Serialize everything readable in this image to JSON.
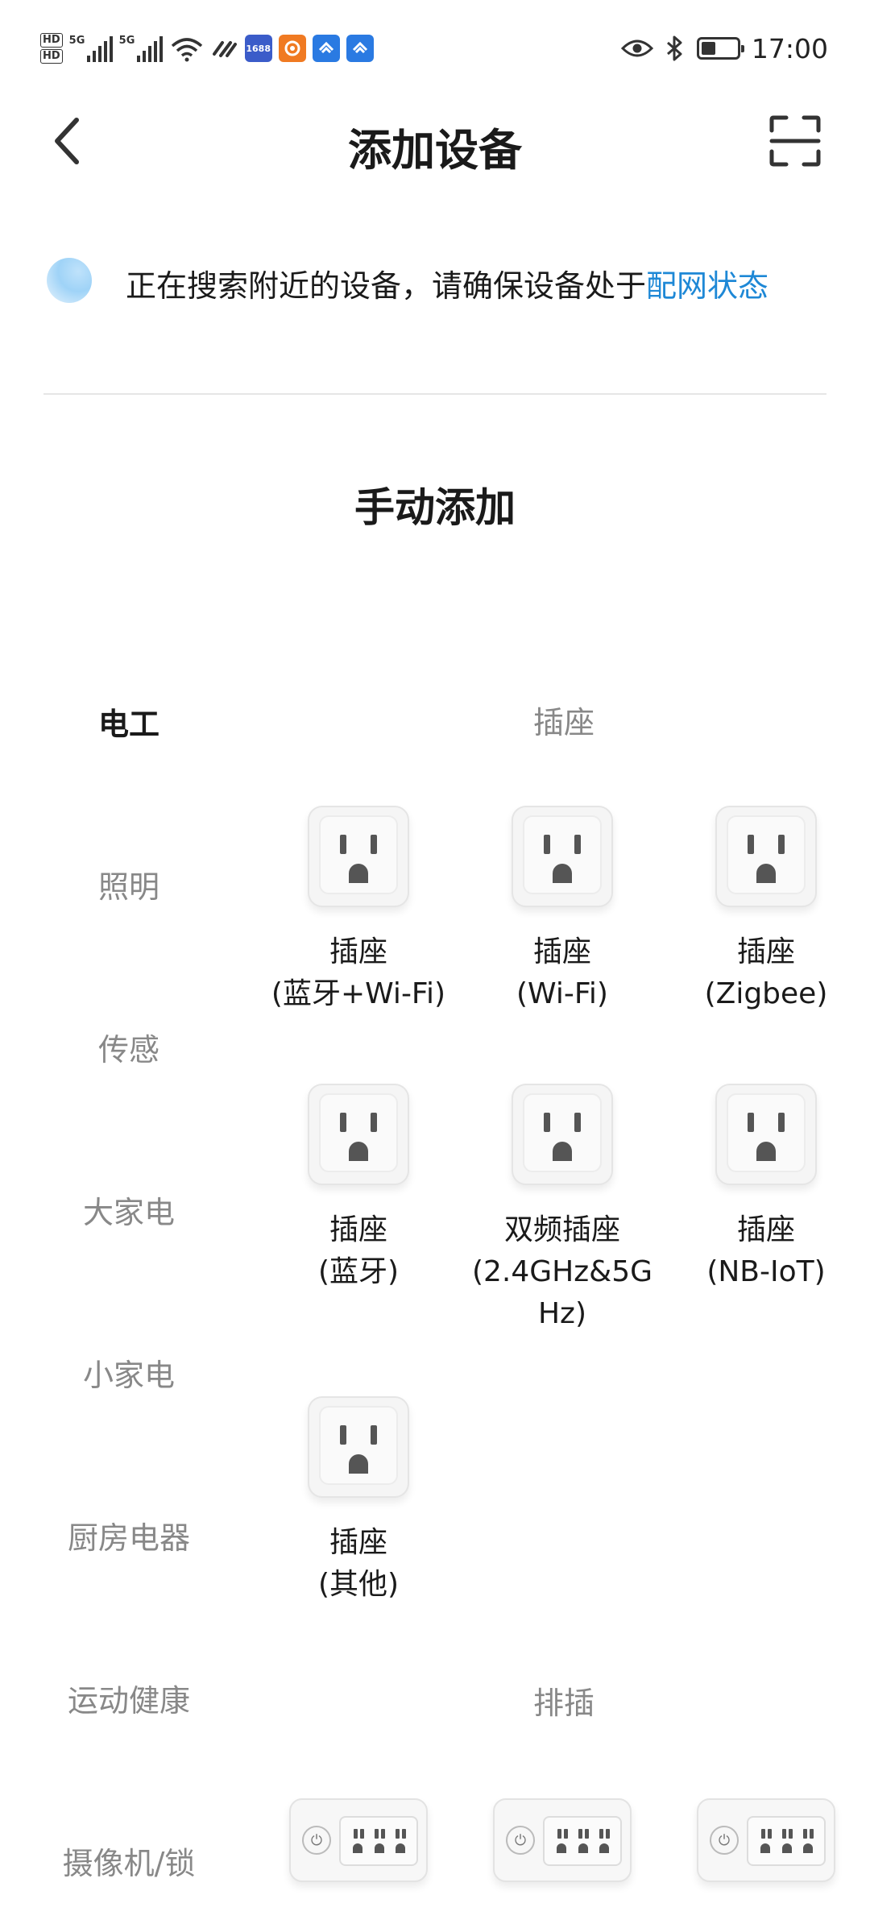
{
  "status_bar": {
    "hd_labels": [
      "HD",
      "HD"
    ],
    "sim1_label": "5G",
    "sim2_label": "5G",
    "app_badge": "1688",
    "time": "17:00",
    "battery_level": 0.4
  },
  "header": {
    "title": "添加设备"
  },
  "search": {
    "text": "正在搜索附近的设备，请确保设备处于",
    "link": "配网状态"
  },
  "section_title": "手动添加",
  "categories": [
    {
      "label": "电工",
      "active": true
    },
    {
      "label": "照明"
    },
    {
      "label": "传感"
    },
    {
      "label": "大家电"
    },
    {
      "label": "小家电"
    },
    {
      "label": "厨房电器"
    },
    {
      "label": "运动健康"
    },
    {
      "label": "摄像机/锁"
    }
  ],
  "groups": [
    {
      "title": "插座",
      "products": [
        {
          "label": "插座\n(蓝牙+Wi-Fi)"
        },
        {
          "label": "插座\n(Wi-Fi)"
        },
        {
          "label": "插座\n(Zigbee)"
        },
        {
          "label": "插座\n(蓝牙)"
        },
        {
          "label": "双频插座\n(2.4GHz&5G\nHz)"
        },
        {
          "label": "插座\n(NB-IoT)"
        },
        {
          "label": "插座\n(其他)"
        }
      ]
    },
    {
      "title": "排插"
    }
  ],
  "colors": {
    "accent": "#1e88d6",
    "text": "#1a1a1a",
    "muted": "#888888"
  },
  "icons": {
    "back": "chevron-left-icon",
    "scan": "scan-icon",
    "socket": "socket-icon",
    "power_strip": "power-strip-icon"
  }
}
